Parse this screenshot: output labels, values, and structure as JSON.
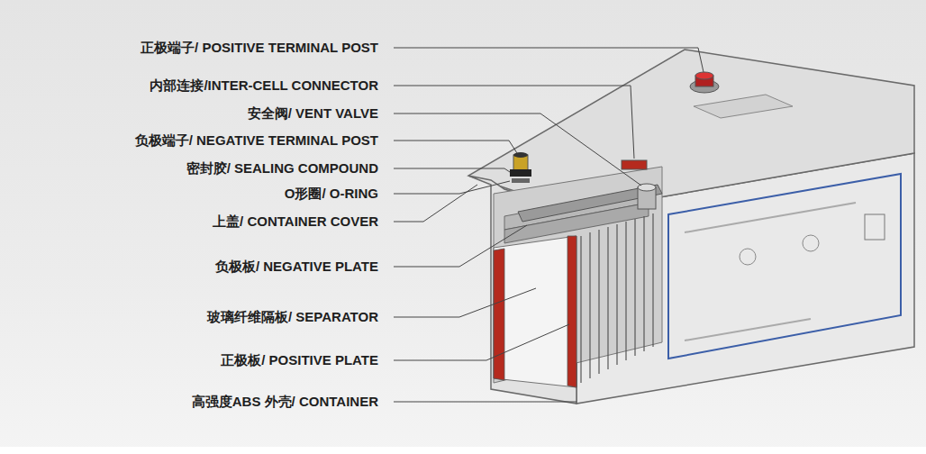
{
  "diagram": {
    "labels": [
      "正极端子/ POSITIVE TERMINAL POST",
      "内部连接/INTER-CELL CONNECTOR",
      "安全阀/ VENT VALVE",
      "负极端子/ NEGATIVE TERMINAL POST",
      "密封胶/ SEALING COMPOUND",
      "O形圈/ O-RING",
      "上盖/ CONTAINER COVER",
      "负极板/ NEGATIVE PLATE",
      "玻璃纤维隔板/ SEPARATOR",
      "正极板/ POSITIVE PLATE",
      "高强度ABS 外壳/ CONTAINER"
    ]
  }
}
